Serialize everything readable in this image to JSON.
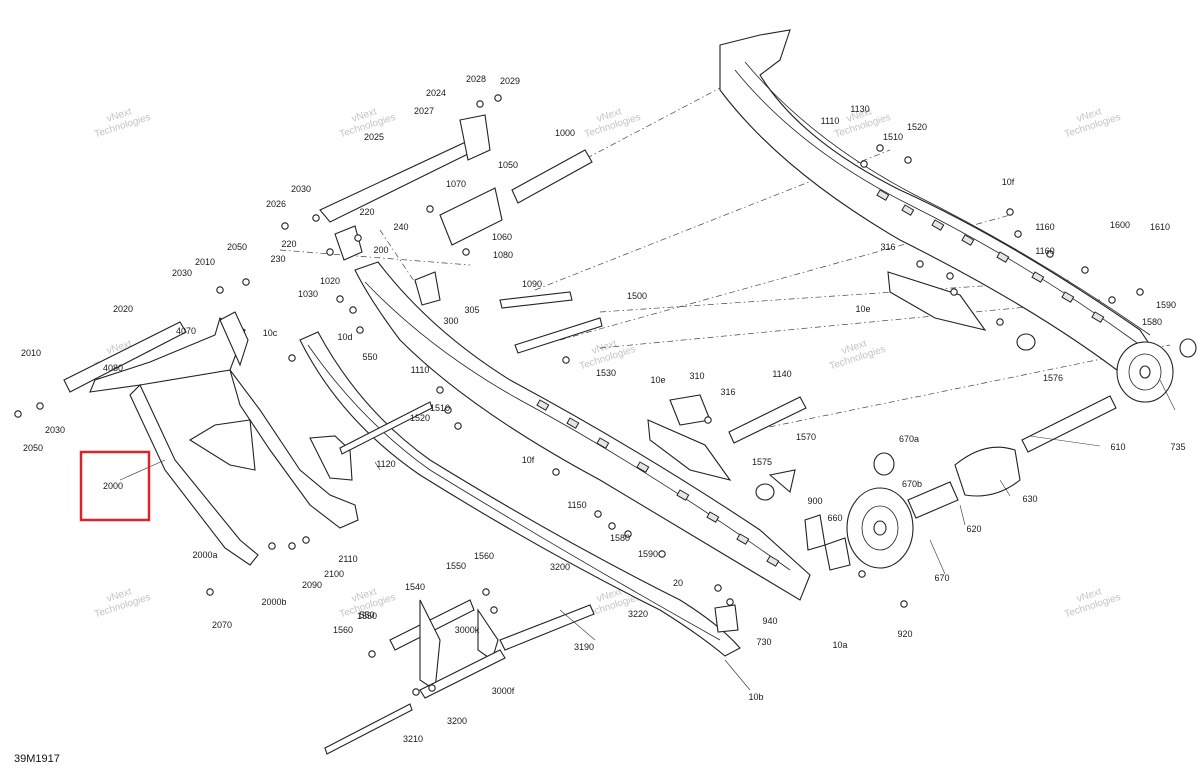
{
  "diagram": {
    "code": "39M1917",
    "highlight_color": "#d9252a",
    "watermark": [
      "vNext",
      "Technologies"
    ],
    "labels": [
      "2028",
      "2029",
      "2024",
      "2027",
      "2025",
      "1000",
      "1130",
      "1110",
      "1510",
      "1520",
      "1050",
      "1070",
      "2030",
      "2026",
      "220",
      "240",
      "220",
      "230",
      "200",
      "1060",
      "1080",
      "10f",
      "2050",
      "2030",
      "2010",
      "1020",
      "1030",
      "305",
      "300",
      "1090",
      "1500",
      "316",
      "1160",
      "1600",
      "1610",
      "1590",
      "1580",
      "10e",
      "2020",
      "4070",
      "10c",
      "10d",
      "550",
      "4080",
      "2010",
      "2050",
      "2030",
      "1530",
      "1110",
      "1510",
      "1520",
      "1120",
      "10e",
      "310",
      "316",
      "1140",
      "1576",
      "610",
      "735",
      "1570",
      "670a",
      "670b",
      "1575",
      "630",
      "10f",
      "900",
      "1160",
      "660",
      "1150",
      "620",
      "1580",
      "1590",
      "20",
      "670",
      "2000",
      "2000a",
      "2110",
      "2100",
      "2090",
      "2000b",
      "2070",
      "1560",
      "1550",
      "3200",
      "1540",
      "550",
      "3220",
      "940",
      "920",
      "730",
      "10a",
      "1560",
      "1550",
      "3000k",
      "3190",
      "3000f",
      "10b",
      "3200",
      "3210"
    ]
  }
}
